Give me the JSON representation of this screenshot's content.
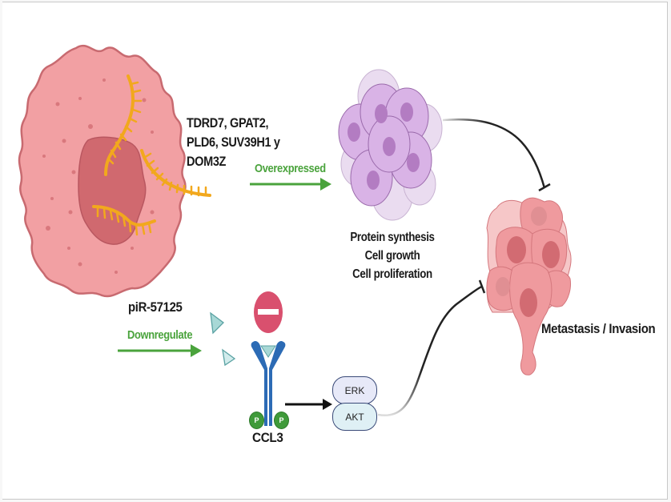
{
  "figure": {
    "type": "pathway-diagram",
    "genes_label": [
      "TDRD7, GPAT2,",
      "PLD6, SUV39H1 y",
      "DOM3Z"
    ],
    "overexpressed_label": "Overexpressed",
    "effects": [
      "Protein synthesis",
      "Cell growth",
      "Cell proliferation"
    ],
    "pirna_label": "piR-57125",
    "downregulate_label": "Downregulate",
    "receptor_label": "CCL3",
    "phospho_label": "P",
    "kinases": [
      "ERK",
      "AKT"
    ],
    "outcome_label": "Metastasis / Invasion"
  },
  "colors": {
    "activation_arrow": "#4aa33c",
    "cancer_cell": "#f2a0a3",
    "nucleus": "#d0696f",
    "rna_strand": "#f2a81d",
    "proliferating_cells": "#d9b3e6",
    "inhibitor": "#d9506e",
    "receptor": "#2c6bb5",
    "phospho": "#3f9a3a",
    "ligand": "#a8d8d6",
    "erk_fill": "#e7e9f8",
    "akt_fill": "#dff0f5",
    "inhibition_line": "#222222"
  }
}
